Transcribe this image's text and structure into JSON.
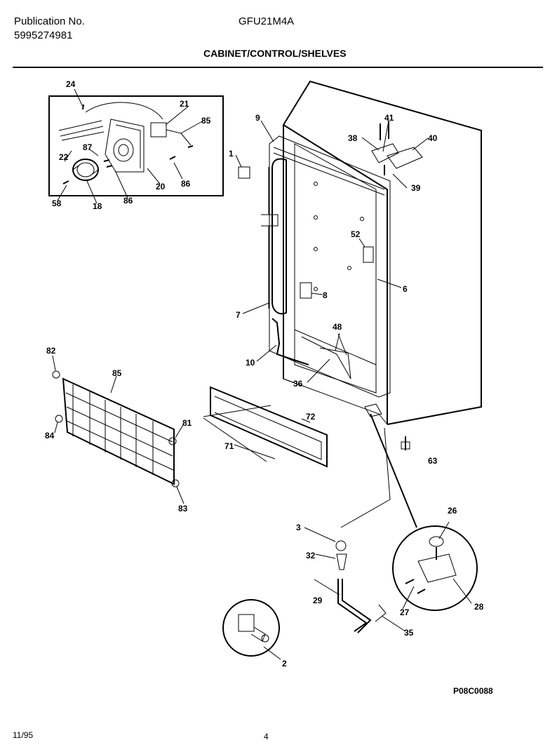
{
  "header": {
    "pub_label": "Publication No.",
    "pub_number": "5995274981",
    "model": "GFU21M4A",
    "title": "CABINET/CONTROL/SHELVES"
  },
  "callouts": [
    "24",
    "21",
    "85",
    "22",
    "87",
    "20",
    "86",
    "58",
    "18",
    "86",
    "9",
    "41",
    "38",
    "40",
    "1",
    "39",
    "52",
    "6",
    "8",
    "7",
    "48",
    "10",
    "36",
    "82",
    "85",
    "81",
    "84",
    "72",
    "71",
    "83",
    "63",
    "3",
    "26",
    "32",
    "29",
    "28",
    "27",
    "35",
    "2"
  ],
  "figure_code": "P08C0088",
  "footer": {
    "date": "11/95",
    "page": "4"
  }
}
